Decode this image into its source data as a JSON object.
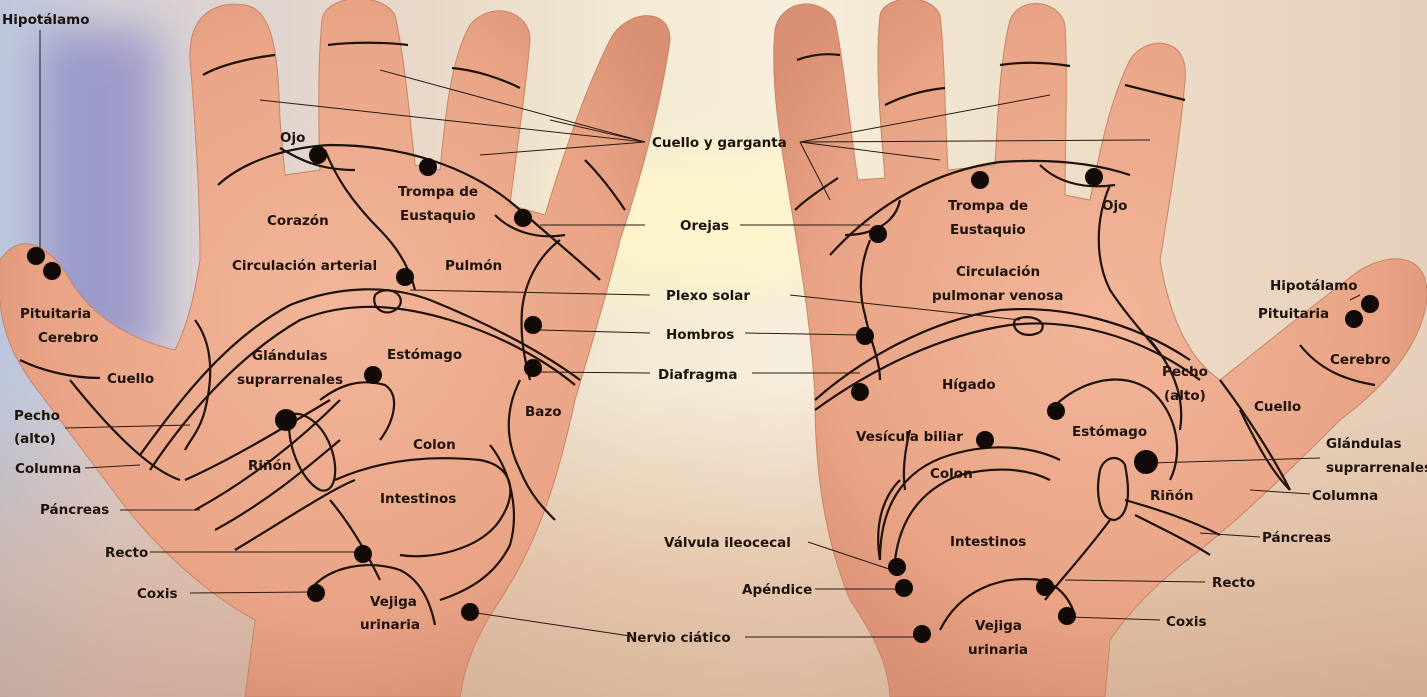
{
  "left_hand": {
    "hipotalamo": "Hipotálamo",
    "ojo": "Ojo",
    "corazon": "Corazón",
    "trompa_1": "Trompa de",
    "trompa_2": "Eustaquio",
    "circulacion_arterial": "Circulación arterial",
    "pulmon": "Pulmón",
    "pituitaria": "Pituitaria",
    "cerebro": "Cerebro",
    "cuello": "Cuello",
    "glandulas_1": "Glándulas",
    "glandulas_2": "suprarrenales",
    "estomago": "Estómago",
    "pecho_1": "Pecho",
    "pecho_2": "(alto)",
    "columna": "Columna",
    "rinon": "Riñón",
    "colon": "Colon",
    "bazo": "Bazo",
    "pancreas": "Páncreas",
    "intestinos": "Intestinos",
    "recto": "Recto",
    "coxis": "Coxis",
    "vejiga_1": "Vejiga",
    "vejiga_2": "urinaria"
  },
  "center": {
    "cuello_garganta": "Cuello y garganta",
    "orejas": "Orejas",
    "plexo_solar": "Plexo solar",
    "hombros": "Hombros",
    "diafragma": "Diafragma",
    "valvula": "Válvula ileocecal",
    "apendice": "Apéndice",
    "nervio": "Nervio ciático"
  },
  "right_hand": {
    "trompa_1": "Trompa de",
    "trompa_2": "Eustaquio",
    "ojo": "Ojo",
    "circulacion_1": "Circulación",
    "circulacion_2": "pulmonar venosa",
    "hipotalamo": "Hipotálamo",
    "pituitaria": "Pituitaria",
    "cerebro": "Cerebro",
    "higado": "Hígado",
    "pecho_1": "Pecho",
    "pecho_2": "(alto)",
    "cuello": "Cuello",
    "vesicula": "Vesícula biliar",
    "estomago": "Estómago",
    "glandulas_1": "Glándulas",
    "glandulas_2": "suprarrenales",
    "colon": "Colon",
    "rinon": "Riñón",
    "columna": "Columna",
    "intestinos": "Intestinos",
    "pancreas": "Páncreas",
    "recto": "Recto",
    "coxis": "Coxis",
    "vejiga_1": "Vejiga",
    "vejiga_2": "urinaria"
  }
}
